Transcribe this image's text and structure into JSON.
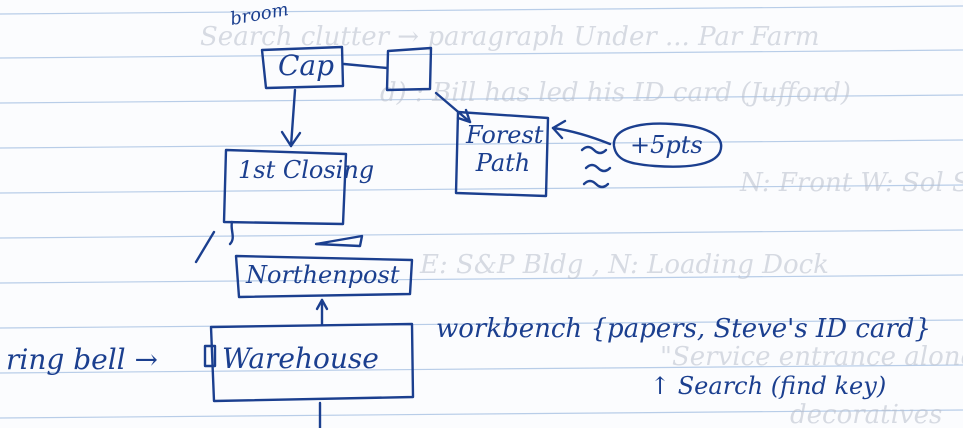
{
  "ghost_text": [
    "Search clutter → paragraph Under ... Par Farm",
    "d) : Bill has led his ID card (Jufford)",
    "N: Front  W: Sol Shelf",
    "E: S&P Bldg ,  N: Loading Dock",
    "\"Service entrance alone in bell\"",
    "decoratives"
  ],
  "sketch": {
    "label_broom": "broom",
    "box_cap": "Cap",
    "box_closing": "1st Closing",
    "box_forest_path": "Forest Path",
    "box_northenpost": "Northenpost",
    "box_warehouse": "Warehouse",
    "circle_spots": "+5pts",
    "label_ring_bell": "ring bell →",
    "label_workbench": "workbench {papers, Steve's ID card}",
    "label_search": "↑ Search (find key)"
  }
}
